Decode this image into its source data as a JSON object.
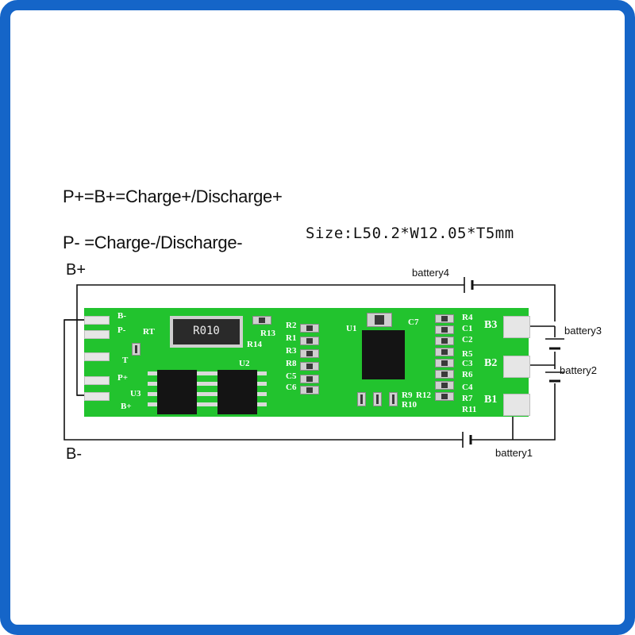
{
  "notes": {
    "line1": "P+=B+=Charge+/Discharge+",
    "line2": "P- =Charge-/Discharge-",
    "size": "Size:L50.2*W12.05*T5mm"
  },
  "terminals": {
    "b_plus": "B+",
    "b_minus": "B-"
  },
  "batteries": [
    "battery4",
    "battery3",
    "battery2",
    "battery1"
  ],
  "pcb": {
    "left_labels": [
      "B-",
      "P-",
      "T",
      "P+",
      "B+"
    ],
    "right_labels": [
      "B3",
      "B2",
      "B1"
    ],
    "resistor_marking": "R010",
    "designators": [
      "RT",
      "R13",
      "R14",
      "U2",
      "U3",
      "R2",
      "R1",
      "R3",
      "R8",
      "C5",
      "C6",
      "U1",
      "C7",
      "R9",
      "R10",
      "R12",
      "R4",
      "C1",
      "C2",
      "R5",
      "C3",
      "R6",
      "C4",
      "R7",
      "R11"
    ]
  },
  "colors": {
    "border": "#1565c8",
    "pcb": "#22c32e",
    "text": "#111111"
  }
}
